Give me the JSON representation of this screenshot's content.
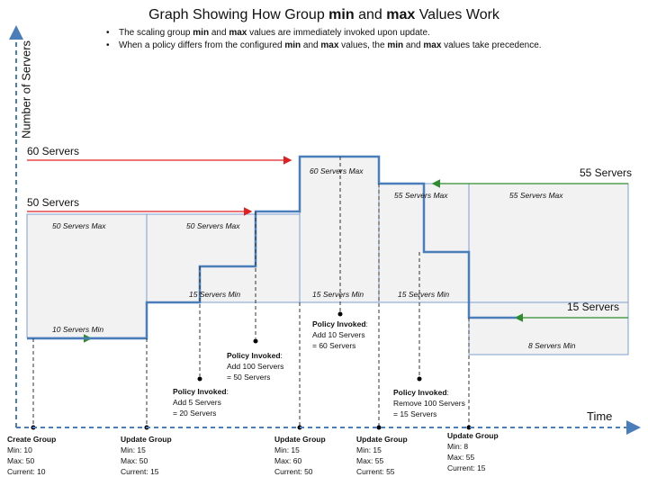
{
  "title": {
    "pre": "Graph Showing How Group ",
    "min": "min",
    "mid": " and ",
    "max": "max",
    "post": " Values Work"
  },
  "bullets": [
    {
      "a": "The scaling group ",
      "b": "min",
      "c": " and ",
      "d": "max",
      "e": " values are immediately invoked upon update.",
      "f": "",
      "g": "",
      "h": "",
      "i": "",
      "j": ""
    },
    {
      "a": "When a policy differs from the configured ",
      "b": "min",
      "c": " and ",
      "d": "max",
      "e": " values, the ",
      "f": "min",
      "g": " and ",
      "h": "max",
      "i": " values take precedence.",
      "j": ""
    }
  ],
  "axes": {
    "y": "Number of Servers",
    "x": "Time"
  },
  "levels": {
    "l60": "60 Servers",
    "l50": "50 Servers",
    "l55": "55 Servers",
    "l15": "15 Servers"
  },
  "box_labels": {
    "b50max_1": "50 Servers Max",
    "b10min": "10 Servers Min",
    "b50max_2": "50 Servers Max",
    "b15min_1": "15 Servers Min",
    "b60max": "60 Servers Max",
    "b15min_2": "15 Servers Min",
    "b55max_1": "55 Servers Max",
    "b15min_3": "15 Servers Min",
    "b55max_2": "55 Servers Max",
    "b8min": "8 Servers Min"
  },
  "policies": [
    {
      "head": "Policy Invoked",
      "l1": "Add 100 Servers",
      "l2": "= 50 Servers"
    },
    {
      "head": "Policy Invoked",
      "l1": "Add 5 Servers",
      "l2": "= 20 Servers"
    },
    {
      "head": "Policy Invoked",
      "l1": "Add 10 Servers",
      "l2": "= 60 Servers"
    },
    {
      "head": "Policy Invoked",
      "l1": "Remove 100 Servers",
      "l2": "= 15 Servers"
    }
  ],
  "events": [
    {
      "name": "Create Group",
      "min": "Min: 10",
      "max": "Max: 50",
      "cur": "Current: 10"
    },
    {
      "name": "Update Group",
      "min": "Min: 15",
      "max": "Max: 50",
      "cur": "Current: 15"
    },
    {
      "name": "Update Group",
      "min": "Min: 15",
      "max": "Max: 60",
      "cur": "Current: 50"
    },
    {
      "name": "Update Group",
      "min": "Min: 15",
      "max": "Max: 55",
      "cur": "Current: 55"
    },
    {
      "name": "Update Group",
      "min": "Min: 8",
      "max": "Max: 55",
      "cur": "Current: 15"
    }
  ],
  "colors": {
    "axis": "#4a7ebb",
    "red": "#e02020",
    "green": "#2e8b2e",
    "box_fill": "#f2f2f2",
    "box_border": "#7f9fcf",
    "step": "#4a7ebb"
  }
}
